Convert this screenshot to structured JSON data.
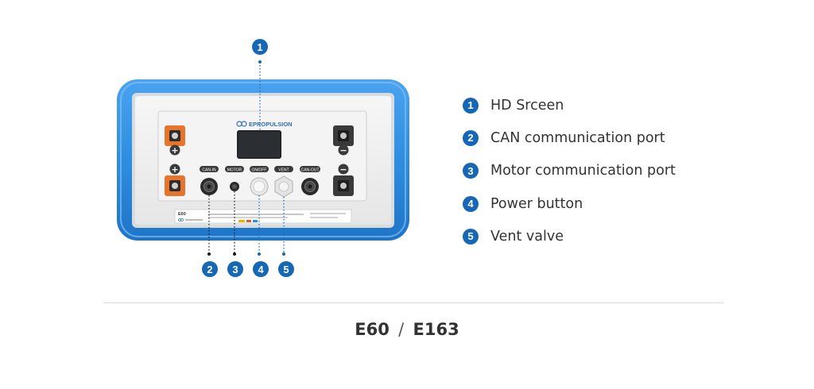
{
  "device": {
    "brand_text": "EPROPULSION",
    "port_labels": [
      "CAN-IN",
      "MOTOR",
      "ON/OFF",
      "VENT",
      "CAN-OUT"
    ],
    "plus_symbol": "+",
    "minus_symbol": "−",
    "sticker_model": "E60"
  },
  "callouts": [
    {
      "num": "1",
      "label": "HD Srceen"
    },
    {
      "num": "2",
      "label": "CAN communication port"
    },
    {
      "num": "3",
      "label": "Motor communication port"
    },
    {
      "num": "4",
      "label": "Power button"
    },
    {
      "num": "5",
      "label": "Vent valve"
    }
  ],
  "footer": {
    "model_a": "E60",
    "separator": "/",
    "model_b": "E163"
  },
  "colors": {
    "frame_blue": "#2f8de0",
    "callout_blue": "#1668b6",
    "terminal_orange": "#e8732a",
    "panel": "#f1f1f1"
  }
}
